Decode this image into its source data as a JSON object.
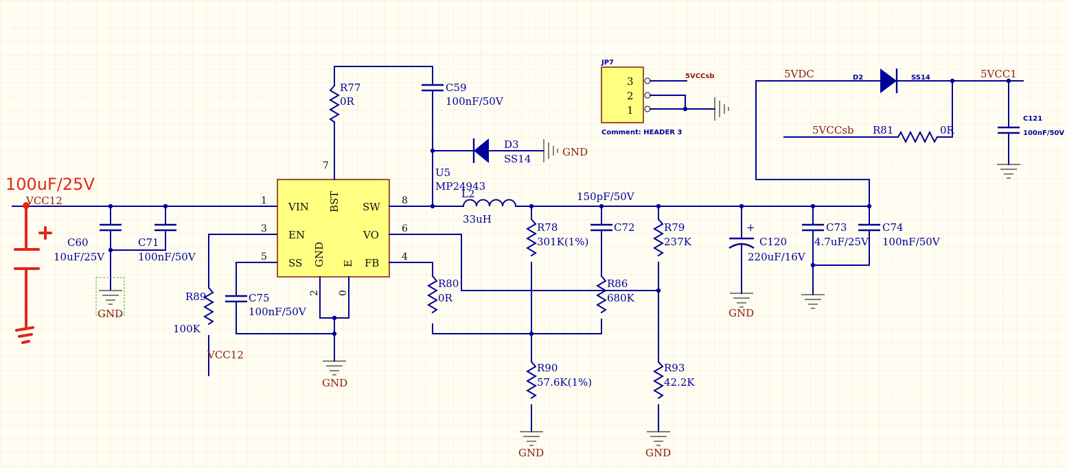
{
  "annotation": {
    "text": "100uF/25V"
  },
  "nets": {
    "vcc12": "VCC12",
    "gnd": "GND",
    "v5vdc": "5VDC",
    "v5vcc1": "5VCC1",
    "v5vccsb": "5VCCsb"
  },
  "ic": {
    "ref": "U5",
    "value": "MP24943",
    "pins": [
      {
        "name": "VIN",
        "number": "1"
      },
      {
        "name": "EN",
        "number": "3"
      },
      {
        "name": "SS",
        "number": "5"
      },
      {
        "name": "BST",
        "number": "7"
      },
      {
        "name": "GND",
        "number": "2"
      },
      {
        "name": "E",
        "number": "0"
      },
      {
        "name": "SW",
        "number": "8"
      },
      {
        "name": "VO",
        "number": "6"
      },
      {
        "name": "FB",
        "number": "4"
      }
    ]
  },
  "components": {
    "c60": {
      "ref": "C60",
      "value": "10uF/25V"
    },
    "c71": {
      "ref": "C71",
      "value": "100nF/50V"
    },
    "r89": {
      "ref": "R89",
      "value": "100K"
    },
    "c75": {
      "ref": "C75",
      "value": "100nF/50V"
    },
    "r77": {
      "ref": "R77",
      "value": "0R"
    },
    "c59": {
      "ref": "C59",
      "value": "100nF/50V"
    },
    "d3": {
      "ref": "D3",
      "value": "SS14"
    },
    "l2": {
      "ref": "L2",
      "value": "33uH"
    },
    "r80": {
      "ref": "R80",
      "value": "0R"
    },
    "r78": {
      "ref": "R78",
      "value": "301K(1%)"
    },
    "r90": {
      "ref": "R90",
      "value": "57.6K(1%)"
    },
    "c72": {
      "ref": "C72",
      "value": "150pF/50V"
    },
    "r86": {
      "ref": "R86",
      "value": "680K"
    },
    "r79": {
      "ref": "R79",
      "value": "237K"
    },
    "r93": {
      "ref": "R93",
      "value": "42.2K"
    },
    "c120": {
      "ref": "C120",
      "value": "220uF/16V"
    },
    "c73": {
      "ref": "C73",
      "value": "4.7uF/25V"
    },
    "c74": {
      "ref": "C74",
      "value": "100nF/50V"
    },
    "jp7": {
      "ref": "JP7",
      "comment": "Comment: HEADER 3",
      "pins": [
        "3",
        "2",
        "1"
      ]
    },
    "d2": {
      "ref": "D2",
      "value": "SS14"
    },
    "r81": {
      "ref": "R81",
      "value": "0R"
    },
    "c121": {
      "ref": "C121",
      "value": "100nF/50V"
    }
  },
  "colors": {
    "wire": "#000099",
    "net_label": "#8b1a0a",
    "ic_fill": "#ffff80",
    "annotation": "#e0261a",
    "background": "#fffdf2"
  }
}
